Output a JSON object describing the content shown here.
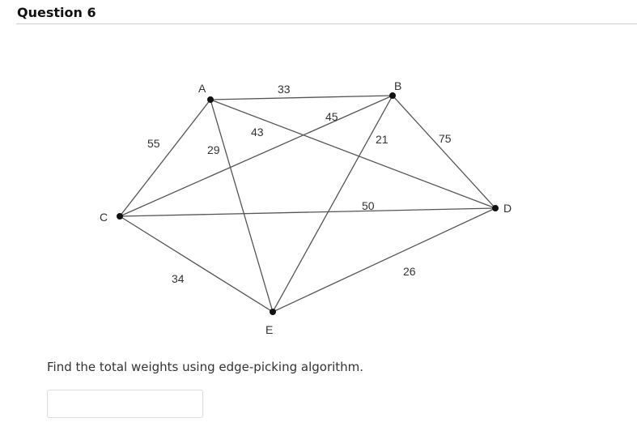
{
  "question": {
    "title": "Question 6",
    "prompt": "Find the total weights using edge-picking algorithm."
  },
  "answer": {
    "value": "",
    "placeholder": ""
  },
  "graph": {
    "vertices": [
      {
        "id": "A",
        "label": "A"
      },
      {
        "id": "B",
        "label": "B"
      },
      {
        "id": "C",
        "label": "C"
      },
      {
        "id": "D",
        "label": "D"
      },
      {
        "id": "E",
        "label": "E"
      }
    ],
    "edges": [
      {
        "from": "A",
        "to": "B",
        "weight": "33"
      },
      {
        "from": "B",
        "to": "C",
        "weight": "45"
      },
      {
        "from": "A",
        "to": "D",
        "weight": "43"
      },
      {
        "from": "A",
        "to": "C",
        "weight": "55"
      },
      {
        "from": "A",
        "to": "E",
        "weight": "29"
      },
      {
        "from": "B",
        "to": "E",
        "weight": "21"
      },
      {
        "from": "B",
        "to": "D",
        "weight": "75"
      },
      {
        "from": "C",
        "to": "D",
        "weight": "50"
      },
      {
        "from": "C",
        "to": "E",
        "weight": "34"
      },
      {
        "from": "E",
        "to": "D",
        "weight": "26"
      }
    ]
  }
}
